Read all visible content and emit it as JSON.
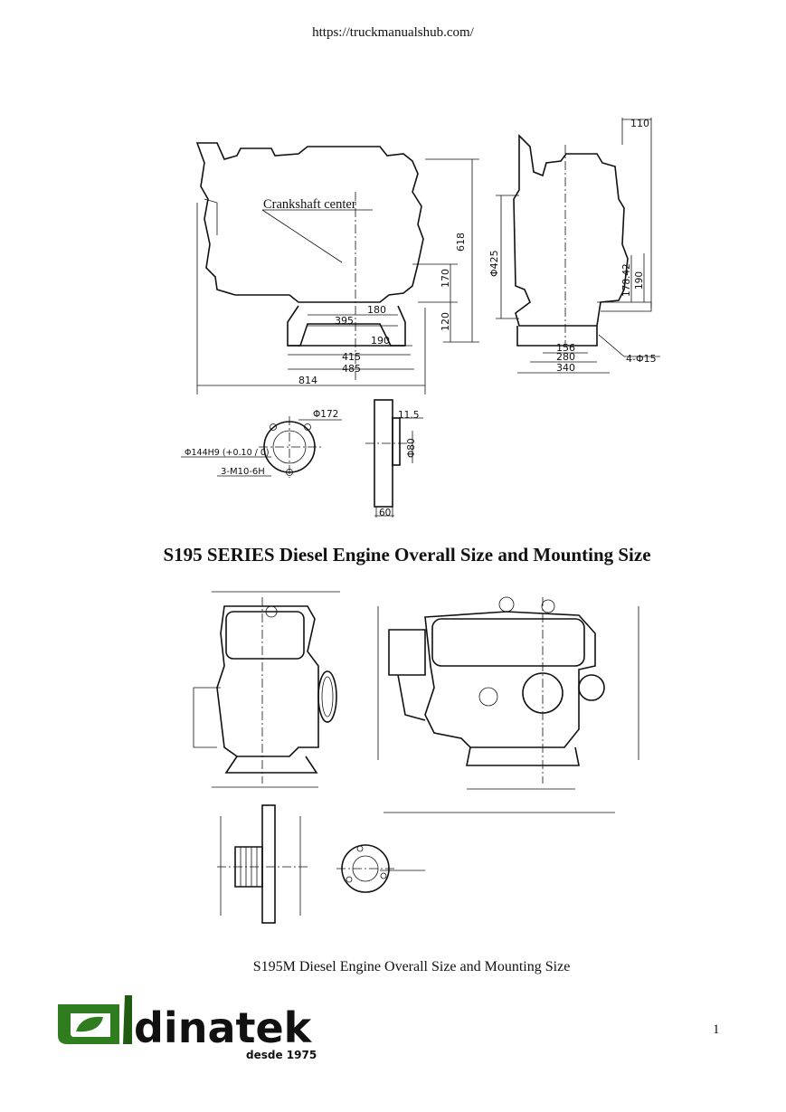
{
  "header": {
    "url": "https://truckmanualshub.com/"
  },
  "figure1": {
    "annotation": "Crankshaft center",
    "dims_front": [
      "618",
      "170",
      "120",
      "180",
      "395",
      "190",
      "415",
      "485",
      "814"
    ],
    "dims_side": [
      "110",
      "Φ425",
      "178.42",
      "190",
      "156",
      "280",
      "340",
      "4-Φ15"
    ],
    "dims_flange": [
      "Φ172",
      "Φ144H9 (+0.10 / 0)",
      "3-M10-6H"
    ],
    "dims_section": [
      "11.5",
      "Φ80",
      "60"
    ],
    "caption": "S195 SERIES Diesel Engine Overall Size and Mounting Size"
  },
  "figure2": {
    "caption": "S195M Diesel Engine Overall Size and Mounting Size"
  },
  "footer": {
    "logo_text": "dinatek",
    "logo_tagline": "desde 1975",
    "page_number": "1",
    "brand_color": "#2f7d1e",
    "brand_dark": "#1f5c12"
  }
}
